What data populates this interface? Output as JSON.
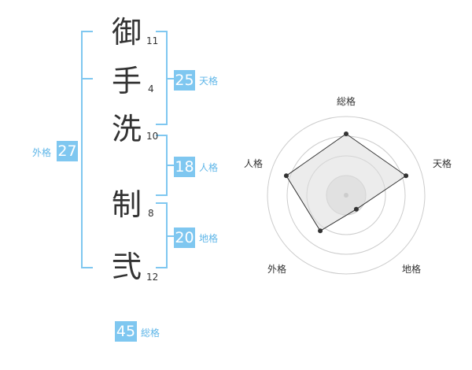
{
  "name_chars": [
    {
      "char": "御",
      "strokes": "11"
    },
    {
      "char": "手",
      "strokes": "4"
    },
    {
      "char": "洗",
      "strokes": "10"
    },
    {
      "char": "制",
      "strokes": "8"
    },
    {
      "char": "弐",
      "strokes": "12"
    }
  ],
  "fortunes": {
    "tenkaku": {
      "label": "天格",
      "value": "25"
    },
    "jinkaku": {
      "label": "人格",
      "value": "18"
    },
    "chikaku": {
      "label": "地格",
      "value": "20"
    },
    "gaikaku": {
      "label": "外格",
      "value": "27"
    },
    "soukaku": {
      "label": "総格",
      "value": "45"
    }
  },
  "colors": {
    "accent": "#7fc7f0",
    "accent_text": "#5fb6e8",
    "text": "#333333",
    "radar_fill": "#eeeeee"
  },
  "chart_data": {
    "type": "radar",
    "axes": [
      "総格",
      "天格",
      "地格",
      "外格",
      "人格"
    ],
    "values": [
      0.78,
      0.8,
      0.22,
      0.56,
      0.8
    ],
    "rings": 4
  }
}
